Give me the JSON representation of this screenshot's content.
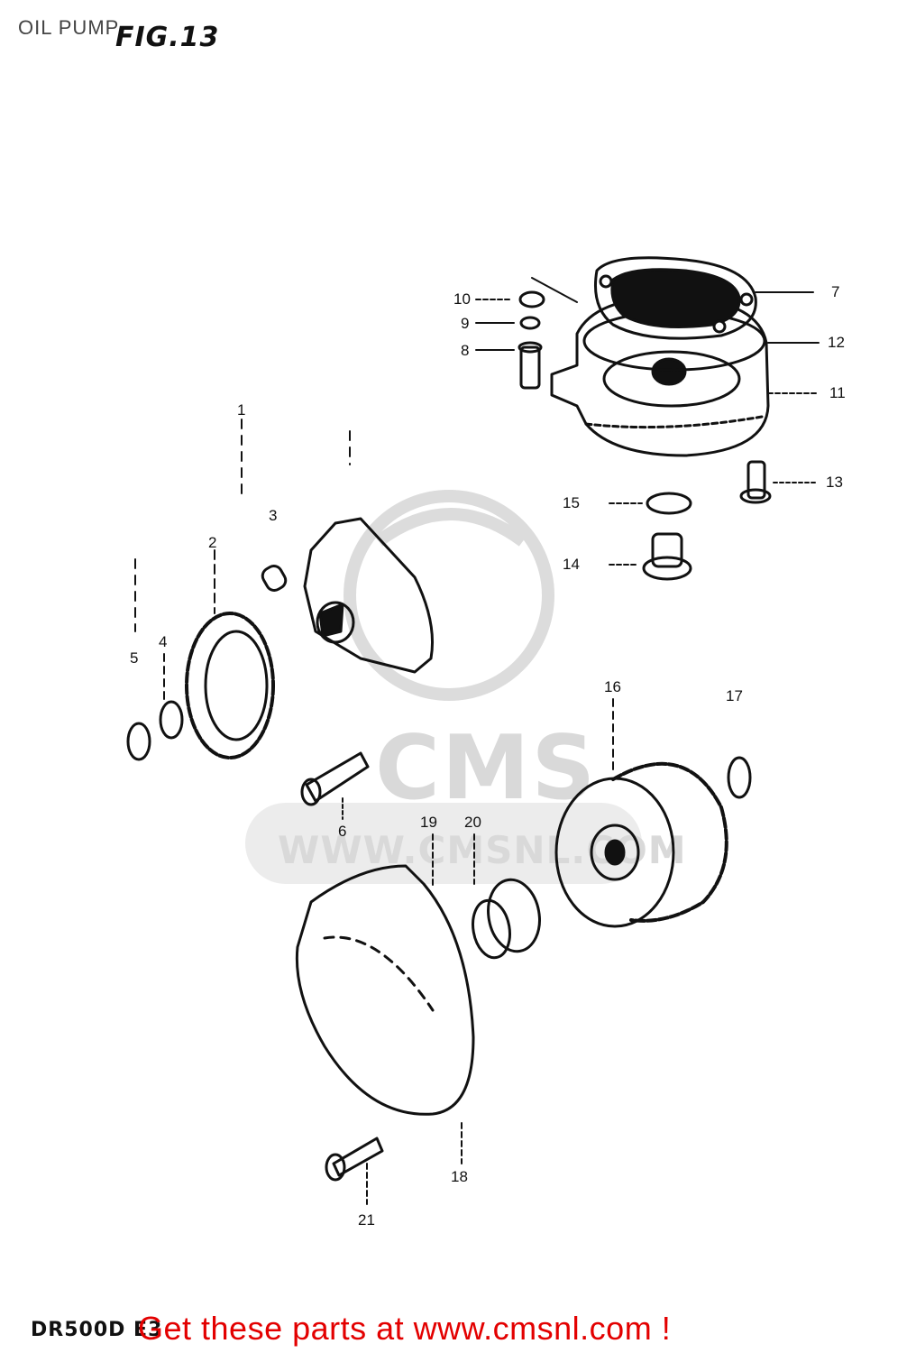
{
  "page": {
    "title": "OIL PUMP",
    "figure": "FIG.13",
    "model_code": "DR500D E3",
    "cta": "Get these parts at www.cmsnl.com !"
  },
  "watermark": {
    "logo_text": "CMS",
    "url_text": "WWW.CMSNL.COM"
  },
  "callouts": [
    "1",
    "2",
    "3",
    "4",
    "5",
    "6",
    "7",
    "8",
    "9",
    "10",
    "11",
    "12",
    "13",
    "14",
    "15",
    "16",
    "17",
    "18",
    "19",
    "20",
    "21"
  ],
  "colors": {
    "cta": "#e30000",
    "watermark": "#d9d9d9",
    "linework": "#111111"
  }
}
